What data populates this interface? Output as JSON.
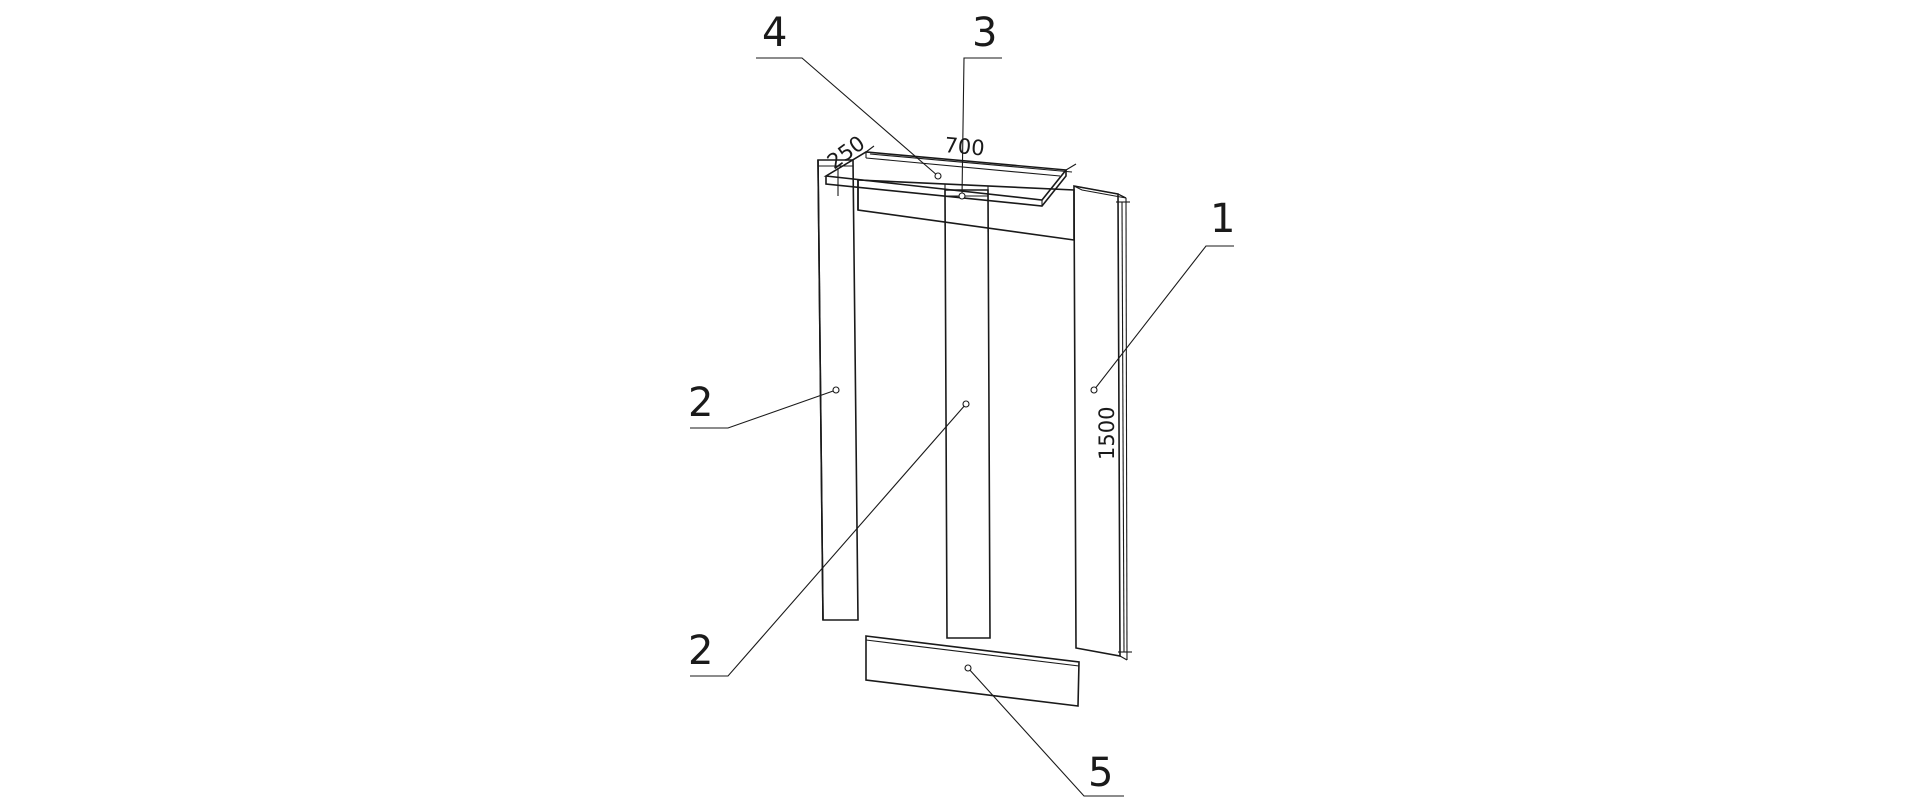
{
  "drawing": {
    "callouts": [
      {
        "id": "1",
        "label": "1"
      },
      {
        "id": "2a",
        "label": "2"
      },
      {
        "id": "2b",
        "label": "2"
      },
      {
        "id": "3",
        "label": "3"
      },
      {
        "id": "4",
        "label": "4"
      },
      {
        "id": "5",
        "label": "5"
      }
    ],
    "dimensions": {
      "depth": "250",
      "width": "700",
      "height": "1500"
    },
    "line_color": "#1a1a1a",
    "background": "#ffffff"
  }
}
